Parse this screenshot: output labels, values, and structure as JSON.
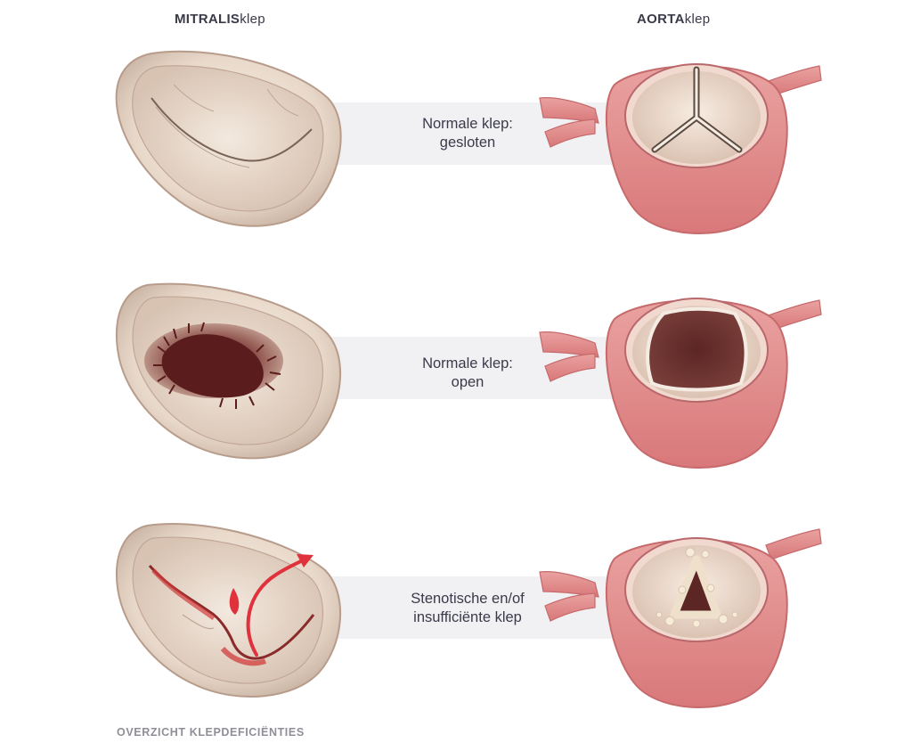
{
  "headers": {
    "mitralis_bold": "MITRALIS",
    "mitralis_light": "klep",
    "aorta_bold": "AORTA",
    "aorta_light": "klep"
  },
  "rows": [
    {
      "line1": "Normale klep:",
      "line2": "gesloten"
    },
    {
      "line1": "Normale klep:",
      "line2": "open"
    },
    {
      "line1": "Stenotische en/of",
      "line2": "insufficiënte klep"
    }
  ],
  "footer": "OVERZICHT KLEPDEFICIËNTIES",
  "colors": {
    "band": "#f1f1f3",
    "aorta_wall": "#e08a8a",
    "valve_tissue": "#efe3d6",
    "arrow": "#e0323c",
    "opening_dark": "#5a1f1e"
  }
}
